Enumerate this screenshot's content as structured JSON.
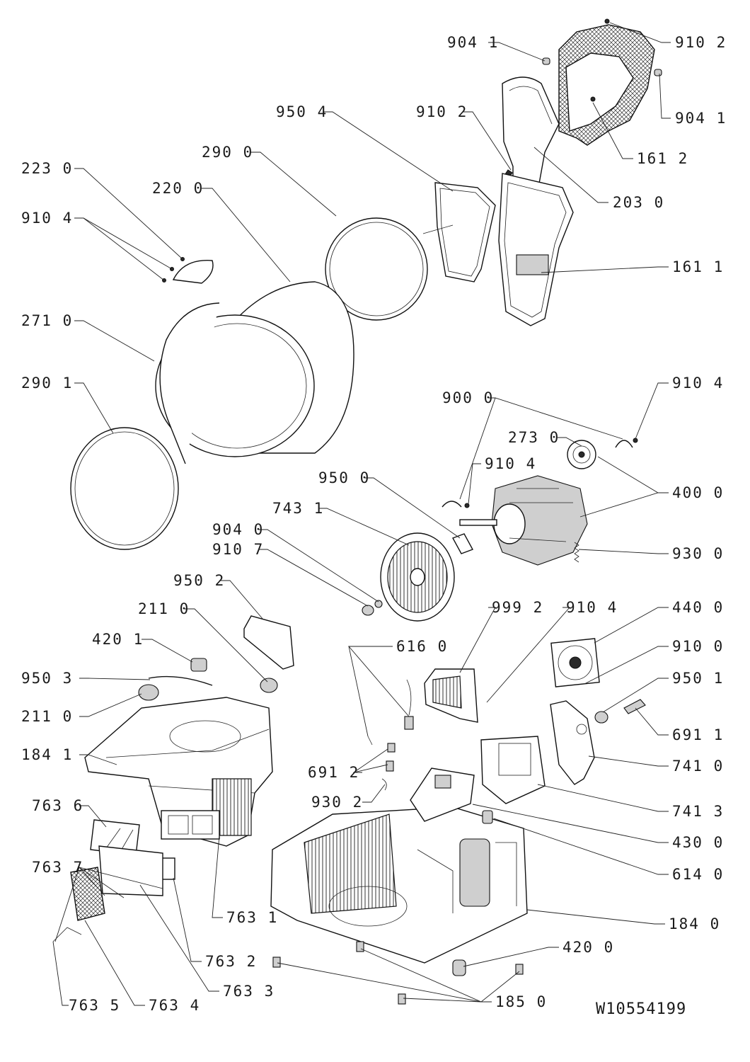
{
  "document_id": "W10554199",
  "callouts": [
    "904 1",
    "910 2",
    "904 1",
    "950 4",
    "910 2",
    "161 2",
    "290 0",
    "223 0",
    "203 0",
    "220 0",
    "910 4",
    "161 1",
    "271 0",
    "290 1",
    "900 0",
    "910 4",
    "273 0",
    "910 4",
    "400 0",
    "950 0",
    "743 1",
    "904 0",
    "930 0",
    "910 7",
    "950 2",
    "999 2",
    "910 4",
    "440 0",
    "211 0",
    "616 0",
    "910 0",
    "420 1",
    "950 1",
    "950 3",
    "211 0",
    "691 1",
    "184 1",
    "741 0",
    "691 2",
    "930 2",
    "741 3",
    "763 6",
    "430 0",
    "614 0",
    "763 7",
    "763 1",
    "184 0",
    "763 2",
    "420 0",
    "763 3",
    "763 5",
    "763 4",
    "185 0"
  ]
}
